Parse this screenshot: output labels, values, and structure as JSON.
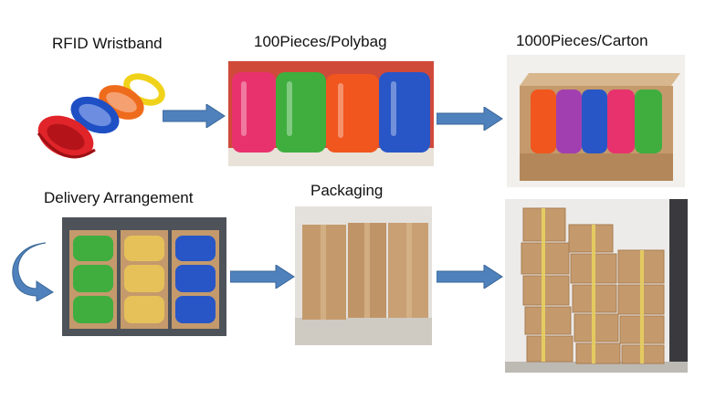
{
  "steps": {
    "wristband": "RFID Wristband",
    "polybag": "100Pieces/Polybag",
    "carton": "1000Pieces/Carton",
    "delivery": "Delivery Arrangement",
    "packaging": "Packaging"
  },
  "colors": {
    "arrow": "#4f81bd",
    "arrow_stroke": "#3a6696",
    "band_red": "#e0242a",
    "band_blue": "#1f4fc4",
    "band_orange": "#ef6b1c",
    "band_yellow": "#f0d21a",
    "bag_green": "#3fae3f",
    "bag_blue": "#2856c6",
    "bag_pink": "#e8326e",
    "bag_purple": "#a13fb0",
    "bag_orange": "#f0561e",
    "cardboard": "#c49a6c",
    "cardboard_dark": "#a87c52"
  }
}
